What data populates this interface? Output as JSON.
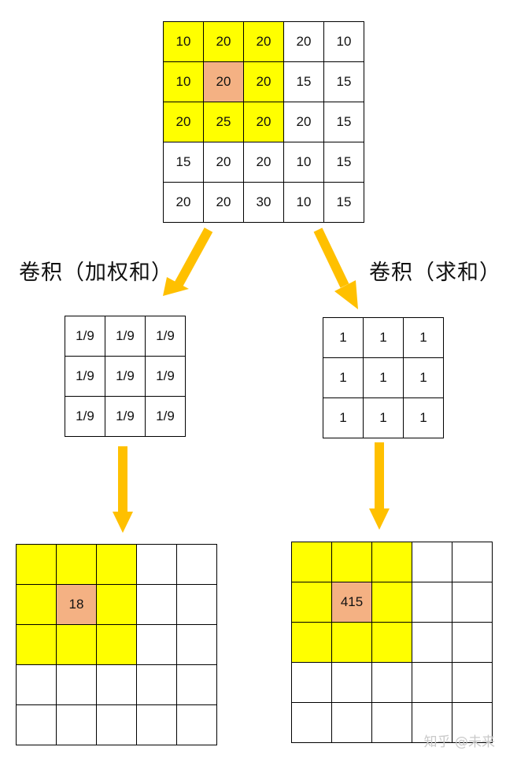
{
  "input_matrix": {
    "rows": [
      [
        "10",
        "20",
        "20",
        "20",
        "10"
      ],
      [
        "10",
        "20",
        "20",
        "15",
        "15"
      ],
      [
        "20",
        "25",
        "20",
        "20",
        "15"
      ],
      [
        "15",
        "20",
        "20",
        "10",
        "15"
      ],
      [
        "20",
        "20",
        "30",
        "10",
        "15"
      ]
    ],
    "highlight_color": "#ffff00",
    "center_color": "#f4b183"
  },
  "left_branch": {
    "label": "卷积（加权和）",
    "kernel": [
      [
        "1/9",
        "1/9",
        "1/9"
      ],
      [
        "1/9",
        "1/9",
        "1/9"
      ],
      [
        "1/9",
        "1/9",
        "1/9"
      ]
    ],
    "result_value": "18"
  },
  "right_branch": {
    "label": "卷积（求和）",
    "kernel": [
      [
        "1",
        "1",
        "1"
      ],
      [
        "1",
        "1",
        "1"
      ],
      [
        "1",
        "1",
        "1"
      ]
    ],
    "result_value": "415"
  },
  "arrow_color": "#ffc000",
  "watermark": "知乎 @未来"
}
